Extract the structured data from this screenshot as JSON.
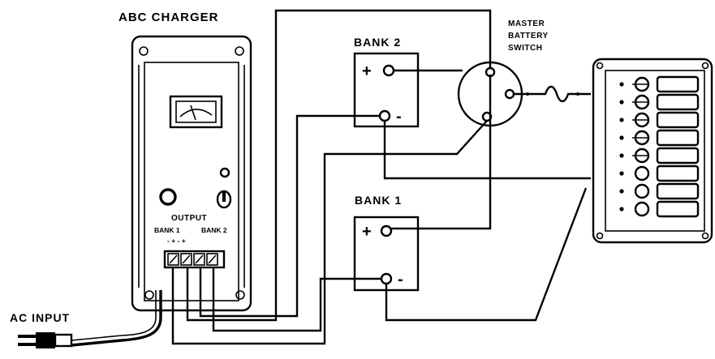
{
  "labels": {
    "charger_title": "ABC CHARGER",
    "bank2": "BANK 2",
    "bank1": "BANK 1",
    "switch_line1": "MASTER",
    "switch_line2": "BATTERY",
    "switch_line3": "SWITCH",
    "output": "OUTPUT",
    "output_bank1": "BANK 1",
    "output_bank2": "BANK 2",
    "output_signs": "-    +    -    +",
    "ac_input": "AC INPUT",
    "plus": "+",
    "minus": "-"
  },
  "colors": {
    "ink": "#000000",
    "paper": "#ffffff"
  }
}
